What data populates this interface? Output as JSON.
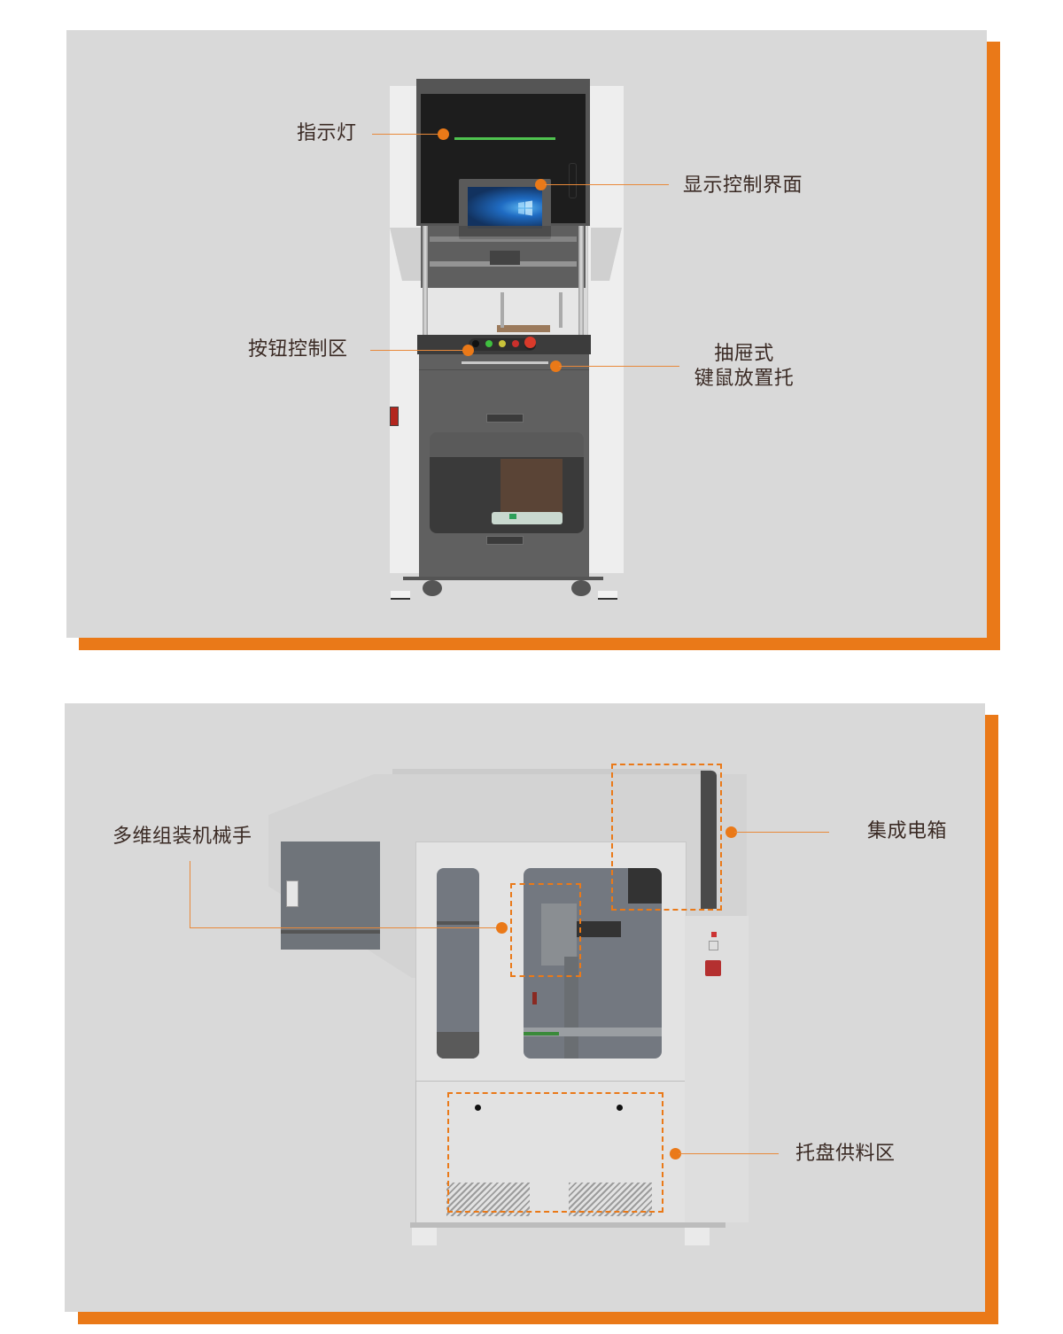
{
  "colors": {
    "panel_bg": "#d9d9d9",
    "accent_orange": "#ea7918",
    "label_text": "#3a2a24",
    "indicator_green": "#4fc34f"
  },
  "front_view": {
    "callouts": [
      {
        "id": "indicator-light",
        "label": "指示灯"
      },
      {
        "id": "display-control-interface",
        "label": "显示控制界面"
      },
      {
        "id": "button-control-area",
        "label": "按钮控制区"
      },
      {
        "id": "drawer-keyboard-mouse-tray",
        "label_line1": "抽屉式",
        "label_line2": "键鼠放置托"
      }
    ],
    "buttons": [
      "black-knob",
      "green",
      "yellow",
      "red",
      "emergency-stop"
    ]
  },
  "side_view": {
    "callouts": [
      {
        "id": "multi-axis-assembly-robot",
        "label": "多维组装机械手"
      },
      {
        "id": "integrated-electrical-box",
        "label": "集成电箱"
      },
      {
        "id": "tray-feeding-area",
        "label": "托盘供料区"
      }
    ]
  }
}
